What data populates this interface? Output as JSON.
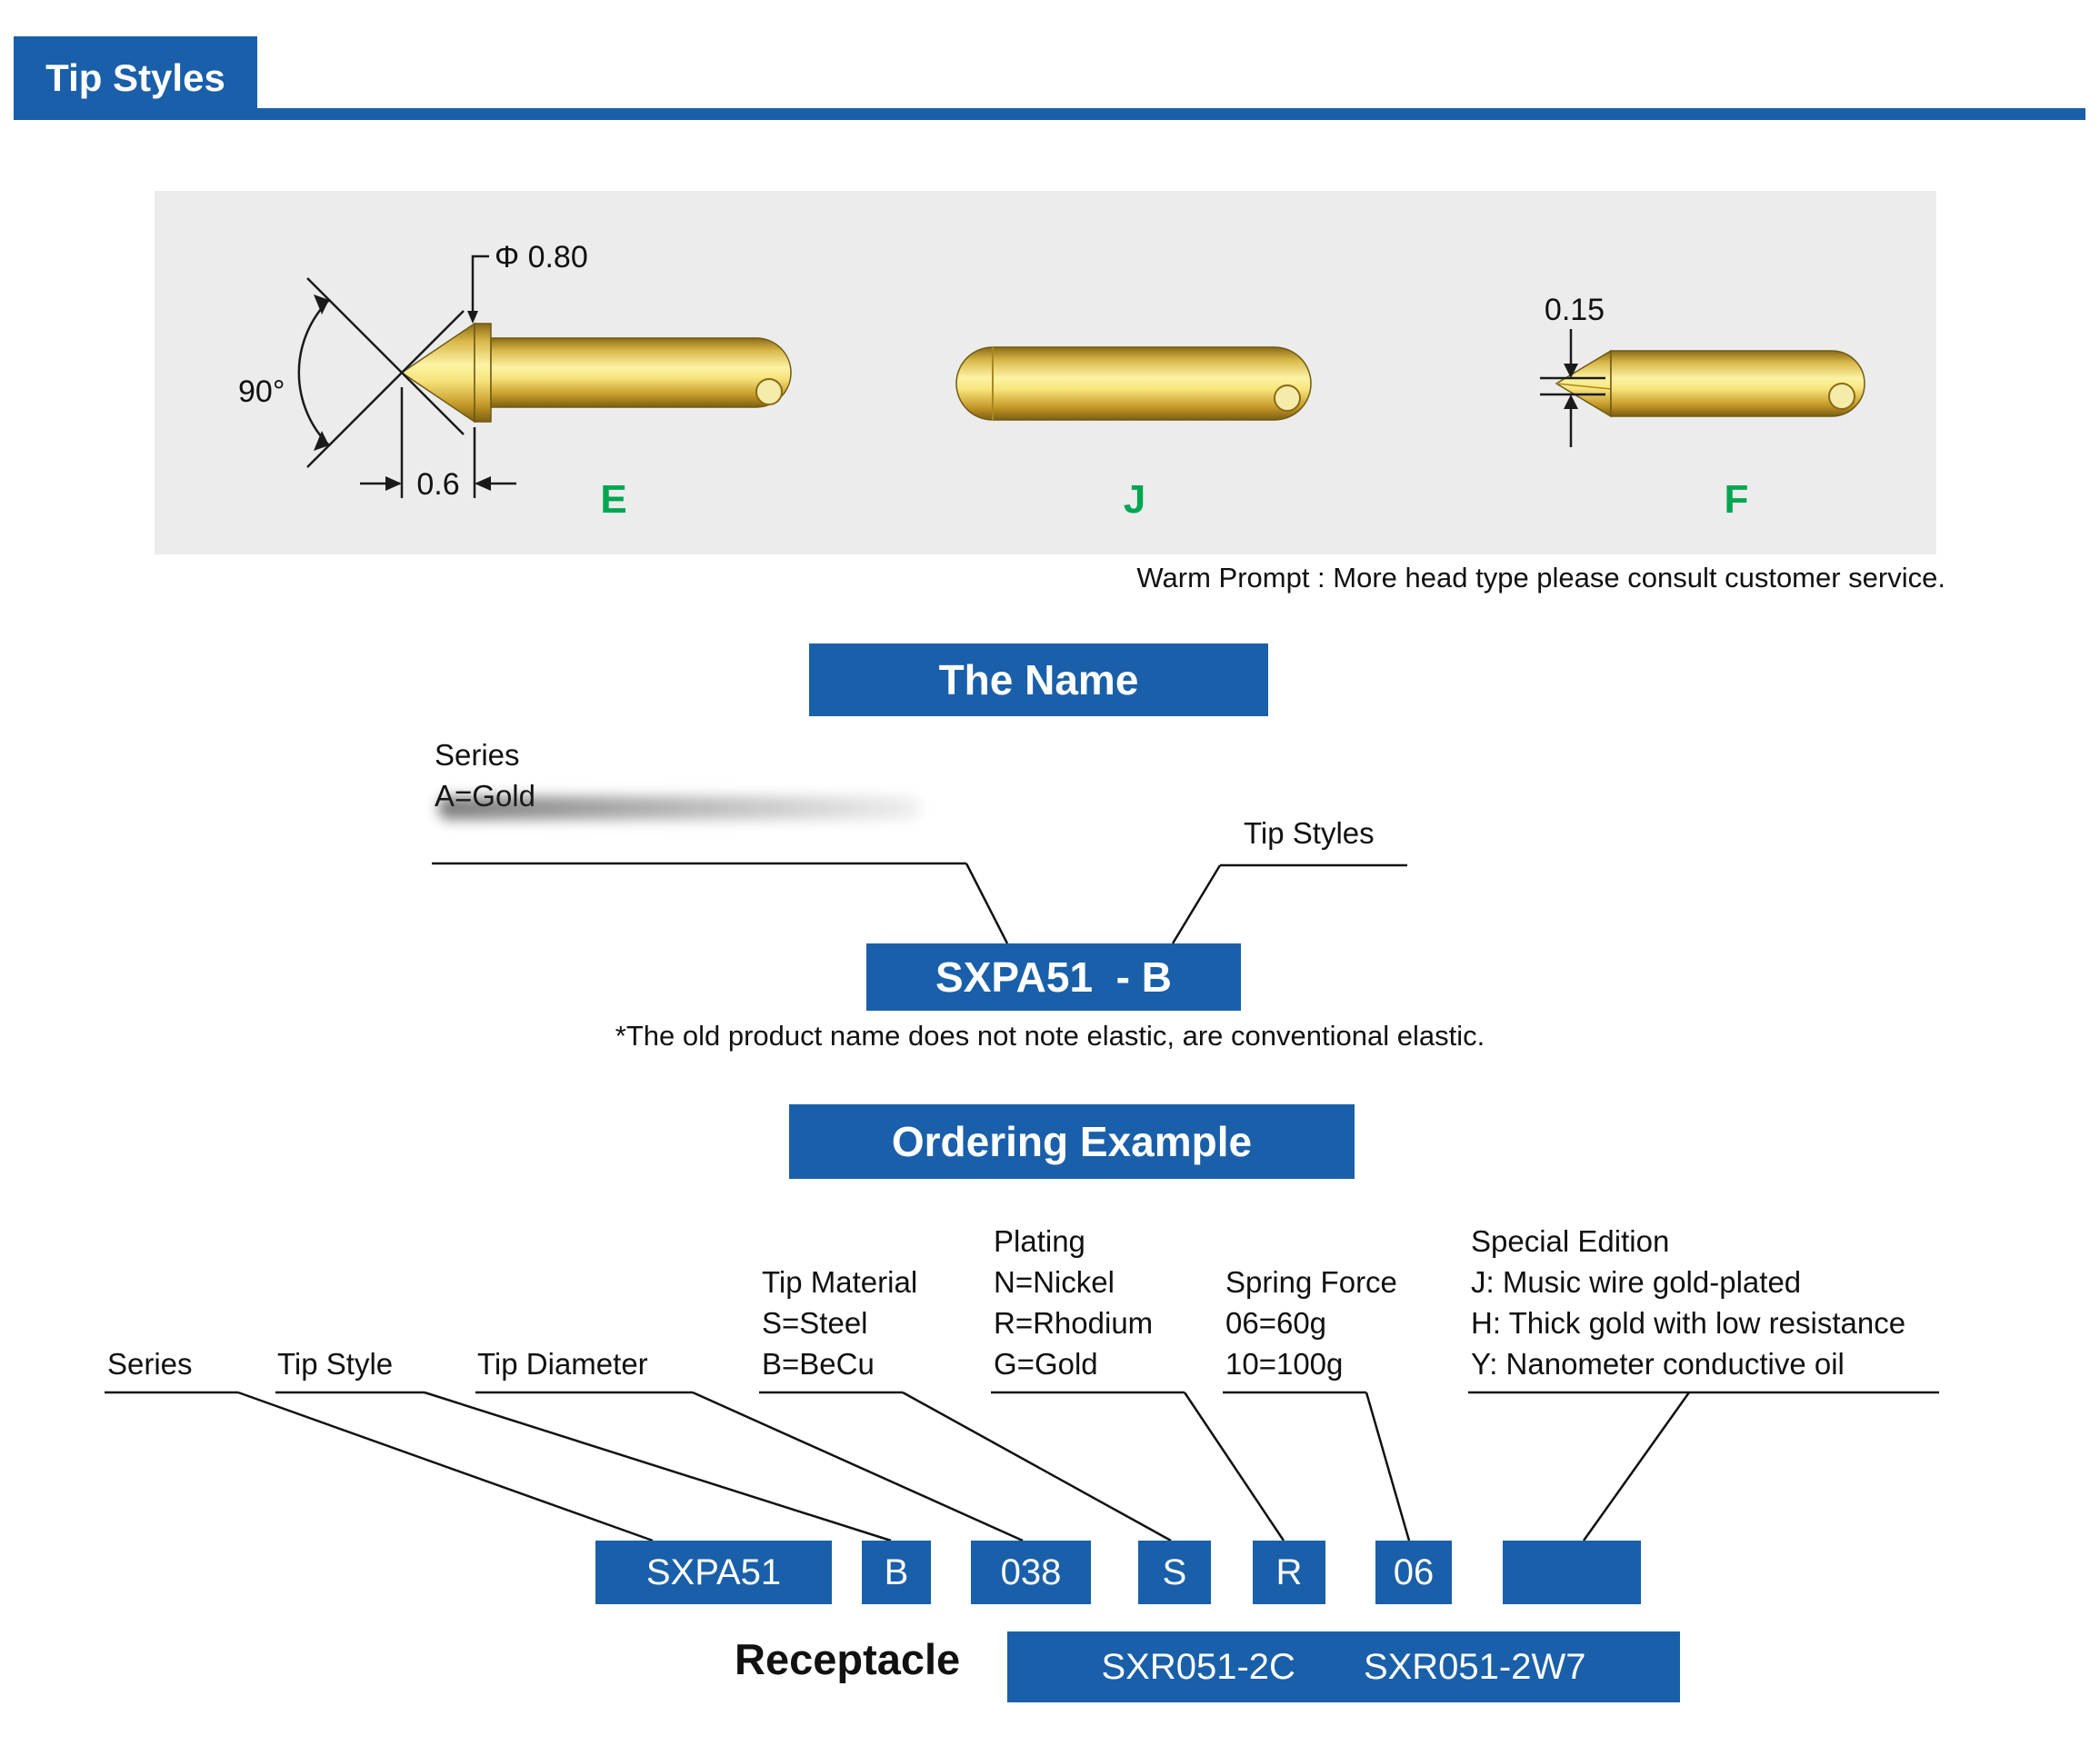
{
  "colors": {
    "blue": "#1a5fa9",
    "green": "#00A651",
    "panel_grey": "#ececec"
  },
  "header": {
    "tab_label": "Tip Styles"
  },
  "tip_panel": {
    "warm_prompt": "Warm Prompt : More head type please consult customer service.",
    "pins": [
      {
        "label": "E",
        "dims": {
          "diameter": "Φ 0.80",
          "angle": "90°",
          "width": "0.6"
        }
      },
      {
        "label": "J",
        "dims": {}
      },
      {
        "label": "F",
        "dims": {
          "height": "0.15"
        }
      }
    ]
  },
  "name_section": {
    "title": "The Name",
    "series_label": "Series",
    "series_value": "A=Gold",
    "tip_styles_label": "Tip Styles",
    "code": "SXPA51  - B",
    "note": "*The old product name does not note elastic, are conventional elastic."
  },
  "ordering_section": {
    "title": "Ordering Example",
    "label_series": "Series",
    "label_tip_style": "Tip Style",
    "label_tip_diameter": "Tip Diameter",
    "tip_material": [
      "Tip Material",
      "S=Steel",
      "B=BeCu"
    ],
    "plating": [
      "Plating",
      "N=Nickel",
      "R=Rhodium",
      "G=Gold"
    ],
    "spring_force": [
      "Spring Force",
      "06=60g",
      "10=100g"
    ],
    "special_edition": [
      "Special Edition",
      "J: Music wire gold-plated",
      "H: Thick gold with low resistance",
      "Y: Nanometer conductive oil"
    ],
    "codes": [
      "SXPA51",
      "B",
      "038",
      "S",
      "R",
      "06",
      ""
    ],
    "receptacle_label": "Receptacle",
    "receptacle_codes": [
      "SXR051-2C",
      "SXR051-2W7"
    ]
  }
}
